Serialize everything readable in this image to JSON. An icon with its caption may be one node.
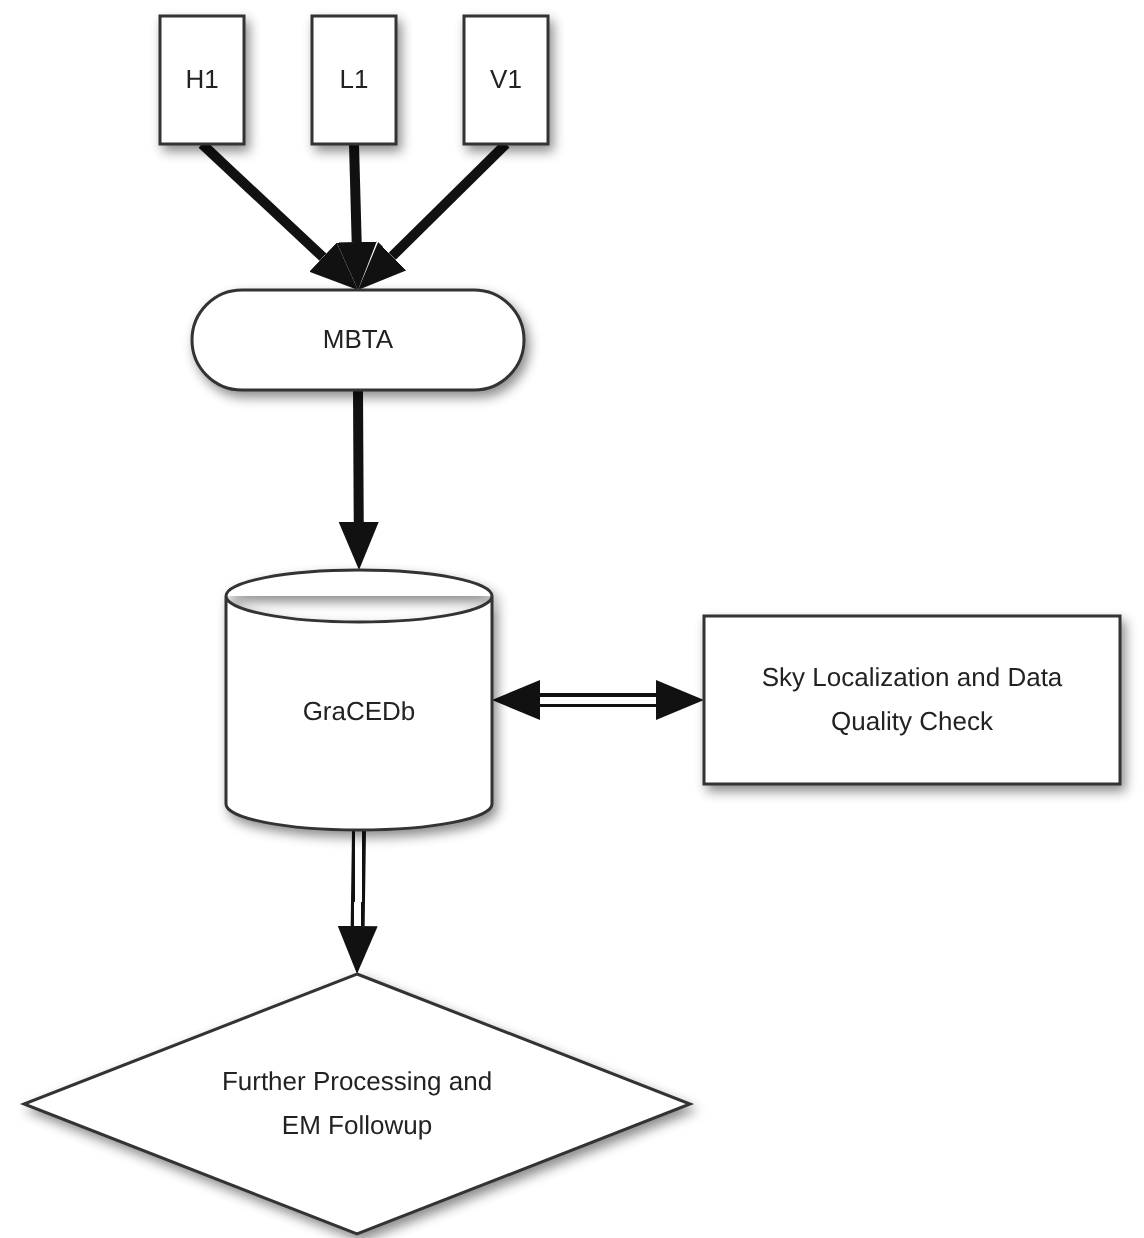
{
  "diagram": {
    "nodes": [
      {
        "text": [
          "H1"
        ]
      },
      {
        "text": [
          "L1"
        ]
      },
      {
        "text": [
          "V1"
        ]
      },
      {
        "text": [
          "MBTA"
        ]
      },
      {
        "text": [
          "GraCEDb"
        ]
      },
      {
        "text": [
          "Sky Localization and Data Quality Check"
        ]
      },
      {
        "text": [
          "Further Processing and EM Followup"
        ]
      }
    ],
    "edges": [
      {
        "from": 0,
        "to": 3,
        "arrow": "to"
      },
      {
        "from": 1,
        "to": 3,
        "arrow": "to"
      },
      {
        "from": 2,
        "to": 3,
        "arrow": "to"
      },
      {
        "from": 3,
        "to": 4,
        "arrow": "to"
      },
      {
        "from": 4,
        "to": 5,
        "arrow": "both"
      },
      {
        "from": 4,
        "to": 6,
        "arrow": "to"
      }
    ]
  }
}
